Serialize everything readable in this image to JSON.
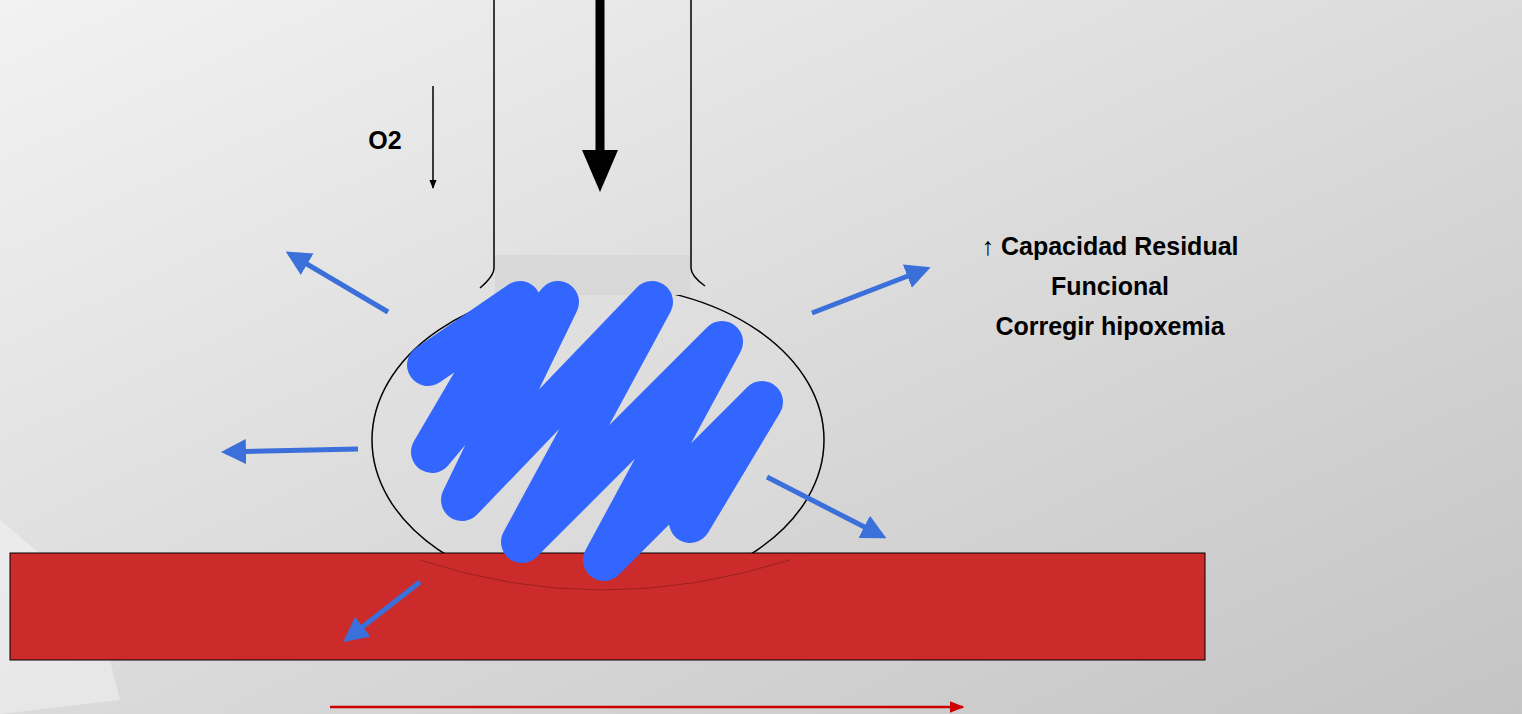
{
  "diagram": {
    "labels": [
      "O2",
      "↑ Capacidad Residual Funcional",
      "Corregir hipoxemia"
    ]
  }
}
